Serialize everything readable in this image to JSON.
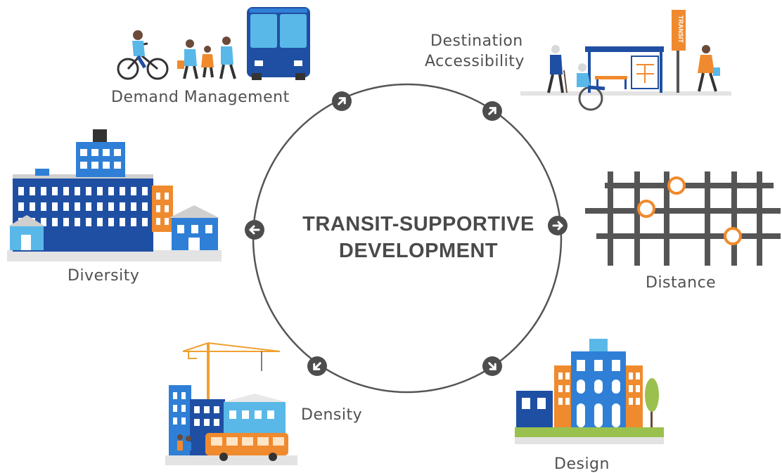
{
  "center": {
    "line1": "TRANSIT-SUPPORTIVE",
    "line2": "DEVELOPMENT"
  },
  "labels": {
    "demand_management": "Demand Management",
    "destination_accessibility_line1": "Destination",
    "destination_accessibility_line2": "Accessibility",
    "diversity": "Diversity",
    "distance": "Distance",
    "density": "Density",
    "design": "Design"
  },
  "signage": {
    "transit_sign": "TRANSIT"
  },
  "colors": {
    "ring": "#555555",
    "arrow_badge": "#4d4d4d",
    "blue_dark": "#1f4fa3",
    "blue_mid": "#2f7fd6",
    "blue_light": "#59b8e8",
    "orange": "#f08a2e",
    "grey_ground": "#d9d9d9",
    "green_ground": "#9ac04e",
    "grid_street": "#555555"
  },
  "icons": {
    "arrow": "arrow-in-circle-icon"
  }
}
